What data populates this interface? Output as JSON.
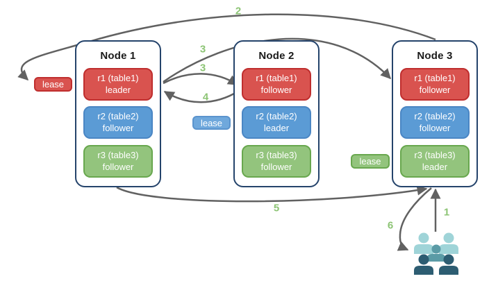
{
  "diagram": {
    "nodes": [
      {
        "title": "Node 1",
        "replicas": [
          {
            "name": "r1 (table1)",
            "role": "leader",
            "color_key": "red"
          },
          {
            "name": "r2 (table2)",
            "role": "follower",
            "color_key": "blue"
          },
          {
            "name": "r3 (table3)",
            "role": "follower",
            "color_key": "green"
          }
        ]
      },
      {
        "title": "Node 2",
        "replicas": [
          {
            "name": "r1 (table1)",
            "role": "follower",
            "color_key": "red"
          },
          {
            "name": "r2 (table2)",
            "role": "leader",
            "color_key": "blue"
          },
          {
            "name": "r3 (table3)",
            "role": "follower",
            "color_key": "green"
          }
        ]
      },
      {
        "title": "Node 3",
        "replicas": [
          {
            "name": "r1 (table1)",
            "role": "follower",
            "color_key": "red"
          },
          {
            "name": "r2 (table2)",
            "role": "follower",
            "color_key": "blue"
          },
          {
            "name": "r3 (table3)",
            "role": "leader",
            "color_key": "green"
          }
        ]
      }
    ],
    "leases": [
      {
        "label": "lease",
        "color_key": "red"
      },
      {
        "label": "lease",
        "color_key": "blue"
      },
      {
        "label": "lease",
        "color_key": "green"
      }
    ],
    "steps": {
      "1": "1",
      "2": "2",
      "3a": "3",
      "3b": "3",
      "4": "4",
      "5": "5",
      "6": "6"
    },
    "icons": {
      "users": "users-group-icon"
    },
    "colors": {
      "red_fill": "#d9534f",
      "red_border": "#bf2e2e",
      "blue_fill": "#5b9bd5",
      "blue_border": "#4a86c4",
      "blue_lease_fill": "#6fa8dc",
      "green_fill": "#93c47d",
      "green_border": "#68a74e",
      "node_border": "#24436b",
      "arrow": "#616161",
      "step_label": "#8cc474",
      "users_light": "#9fd4d8",
      "users_medium": "#5b9ba6",
      "users_dark": "#2d5d72"
    }
  }
}
